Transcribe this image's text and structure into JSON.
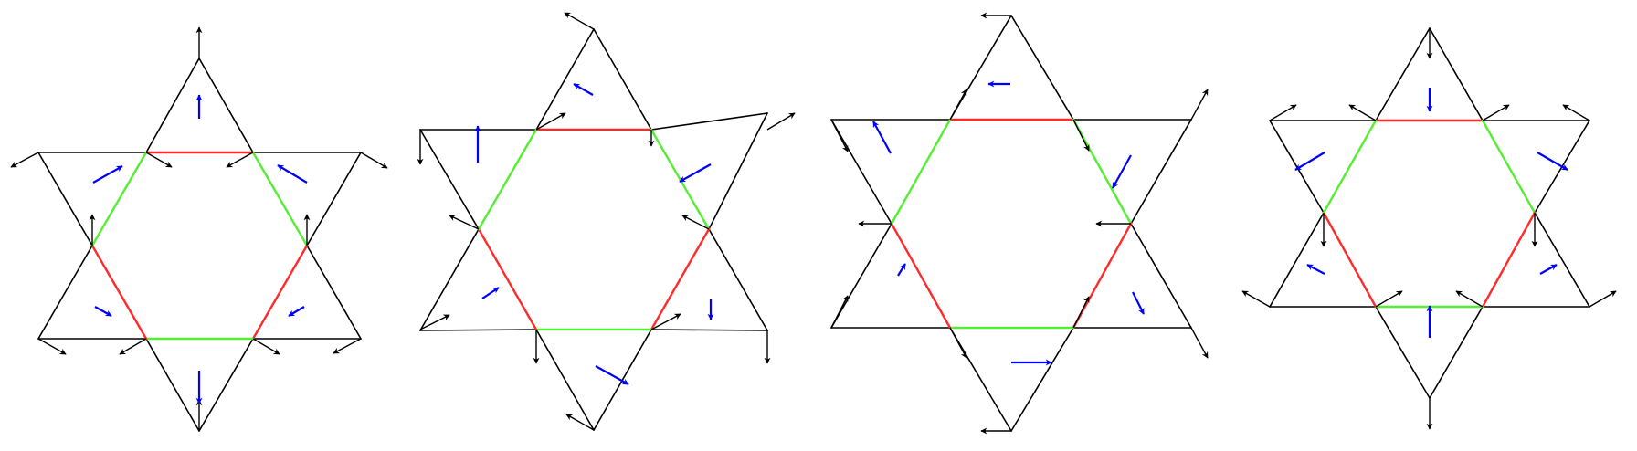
{
  "colors": {
    "outline": "#000000",
    "red_edge": "#ff2b2b",
    "green_edge": "#55ee33",
    "blue_arrow": "#0000ff",
    "background": "#ffffff"
  },
  "diagrams": [
    {
      "id": "star-1",
      "red_edges": [
        0,
        2,
        4
      ],
      "green_edges": [
        1,
        3,
        5
      ]
    },
    {
      "id": "star-2",
      "red_edges": [
        0,
        2,
        4
      ],
      "green_edges": [
        1,
        3,
        5
      ]
    },
    {
      "id": "star-3",
      "red_edges": [
        0,
        2,
        4
      ],
      "green_edges": [
        1,
        3,
        5
      ]
    },
    {
      "id": "star-4",
      "red_edges": [
        0,
        2,
        4
      ],
      "green_edges": [
        1,
        3,
        5
      ]
    }
  ]
}
